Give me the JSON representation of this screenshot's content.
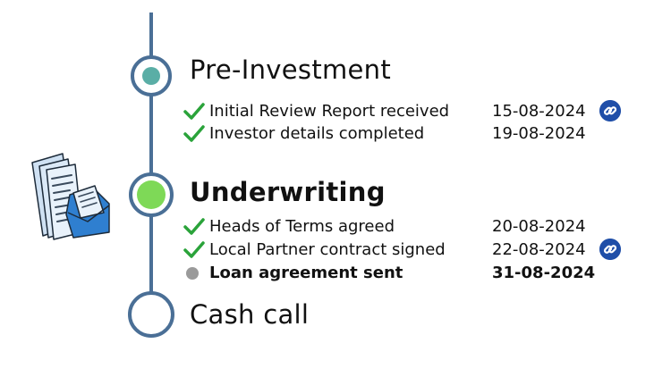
{
  "colors": {
    "timeline": "#4a6f96",
    "done_node": "#5aaea6",
    "current_node": "#7ed957",
    "check": "#2aa33a",
    "link": "#1f4ea8",
    "pending": "#9a9a9a"
  },
  "stages": [
    {
      "title": "Pre-Investment",
      "state": "done",
      "tasks": [
        {
          "label": "Initial Review Report received",
          "date": "15-08-2024",
          "status": "done",
          "link_icon": "link-icon"
        },
        {
          "label": "Investor details completed",
          "date": "19-08-2024",
          "status": "done"
        }
      ]
    },
    {
      "title": "Underwriting",
      "state": "current",
      "tasks": [
        {
          "label": "Heads of Terms agreed",
          "date": "20-08-2024",
          "status": "done"
        },
        {
          "label": "Local Partner contract signed",
          "date": "22-08-2024",
          "status": "done",
          "link_icon": "link-icon"
        },
        {
          "label": "Loan agreement sent",
          "date": "31-08-2024",
          "status": "pending"
        }
      ]
    },
    {
      "title": "Cash call",
      "state": "upcoming",
      "tasks": []
    }
  ],
  "illustration": "documents-envelope-illustration"
}
